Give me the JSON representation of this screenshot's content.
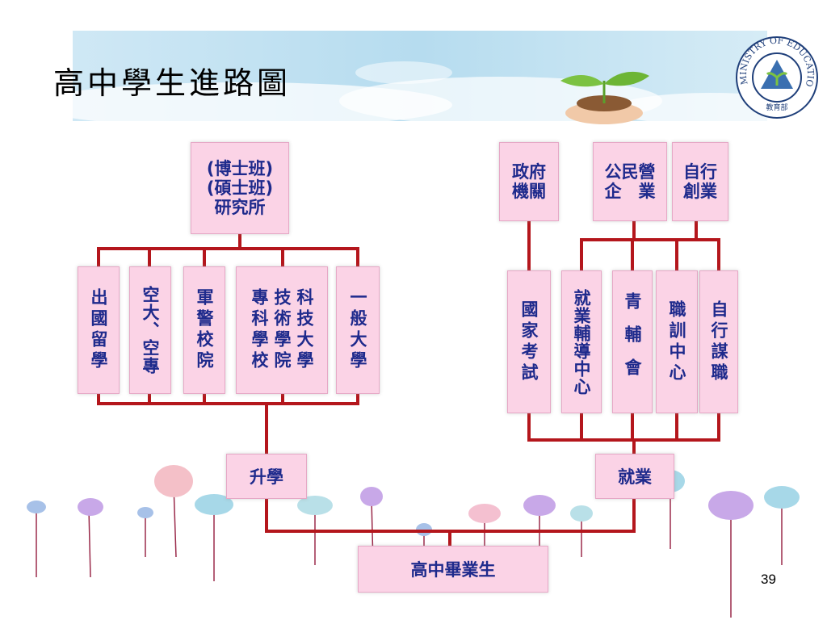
{
  "slide": {
    "title": "高中學生進路圖",
    "page_number": "39"
  },
  "logo": {
    "ring_text": "MINISTRY OF EDUCATION",
    "inner_text": "教育部"
  },
  "colors": {
    "connector": "#b4161c",
    "box_fill": "#fbd3e6",
    "box_text": "#1e2a8c",
    "banner": "#bfe1f1"
  },
  "root": {
    "label": "高中畢業生"
  },
  "further_study": {
    "label": "升學",
    "graduate_school": "(博士班)\n(碩士班)\n研究所",
    "options": [
      "出國留學",
      "空大、空專",
      "軍警校院",
      "專科學校",
      "技術學院",
      "科技大學",
      "一般大學"
    ]
  },
  "employment": {
    "label": "就業",
    "channels": [
      "國家考試",
      "就業輔導中心",
      "青輔會",
      "職訓中心",
      "自行謀職"
    ],
    "destinations": [
      "政府\n機關",
      "公民營\n企　業",
      "自行\n創業"
    ]
  }
}
